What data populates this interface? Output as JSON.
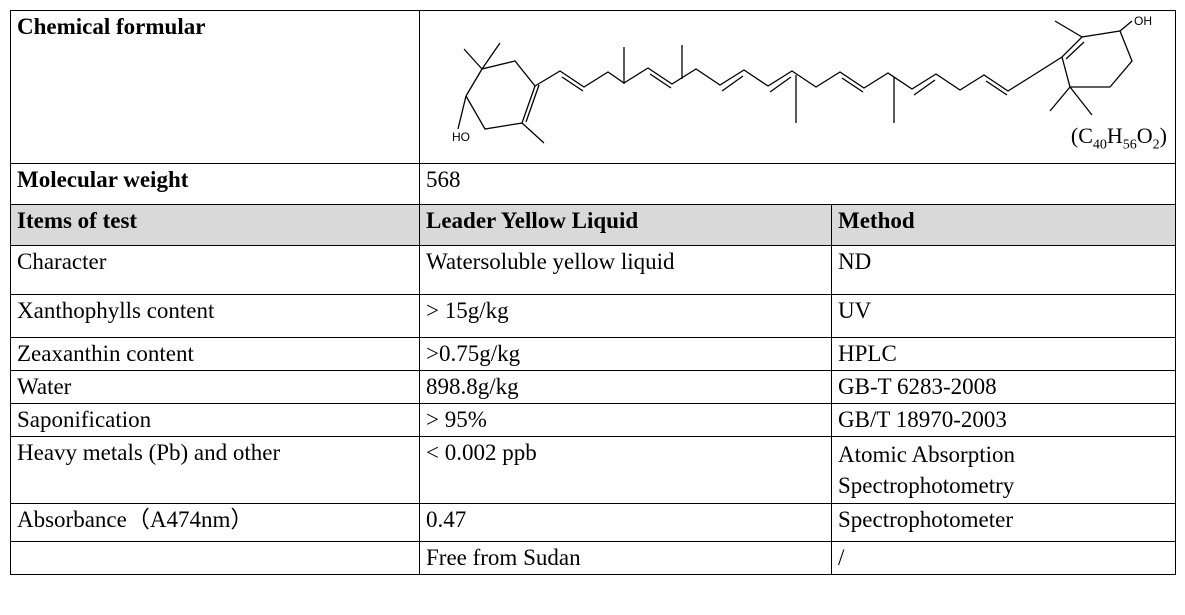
{
  "formula": {
    "label": "Chemical formular",
    "formula_prefix": "(C",
    "c_sub": "40",
    "h": "H",
    "h_sub": "56",
    "o": "O",
    "o_sub": "2",
    "suffix": ")",
    "ho_label": "HO",
    "oh_label": "OH"
  },
  "molecular_weight": {
    "label": "Molecular weight",
    "value": "568"
  },
  "header": {
    "items": "Items of test",
    "product": "Leader Yellow Liquid",
    "method": "Method"
  },
  "rows": [
    {
      "item": "Character",
      "value": "Watersoluble yellow liquid",
      "method": "ND"
    },
    {
      "item": "Xanthophylls content",
      "value": "> 15g/kg",
      "method": "UV"
    },
    {
      "item": "Zeaxanthin content",
      "value": ">0.75g/kg",
      "method": "HPLC"
    },
    {
      "item": "Water",
      "value": "898.8g/kg",
      "method": "GB-T 6283-2008"
    },
    {
      "item": "Saponification",
      "value": "> 95%",
      "method": "GB/T 18970-2003"
    },
    {
      "item": "Heavy metals (Pb) and other",
      "value": "< 0.002 ppb",
      "method": "Atomic Absorption Spectrophotometry"
    },
    {
      "item": "Absorbance（A474nm）",
      "value": "0.47",
      "method": "Spectrophotometer"
    },
    {
      "item": "",
      "value": "Free from Sudan",
      "method": "/"
    }
  ]
}
